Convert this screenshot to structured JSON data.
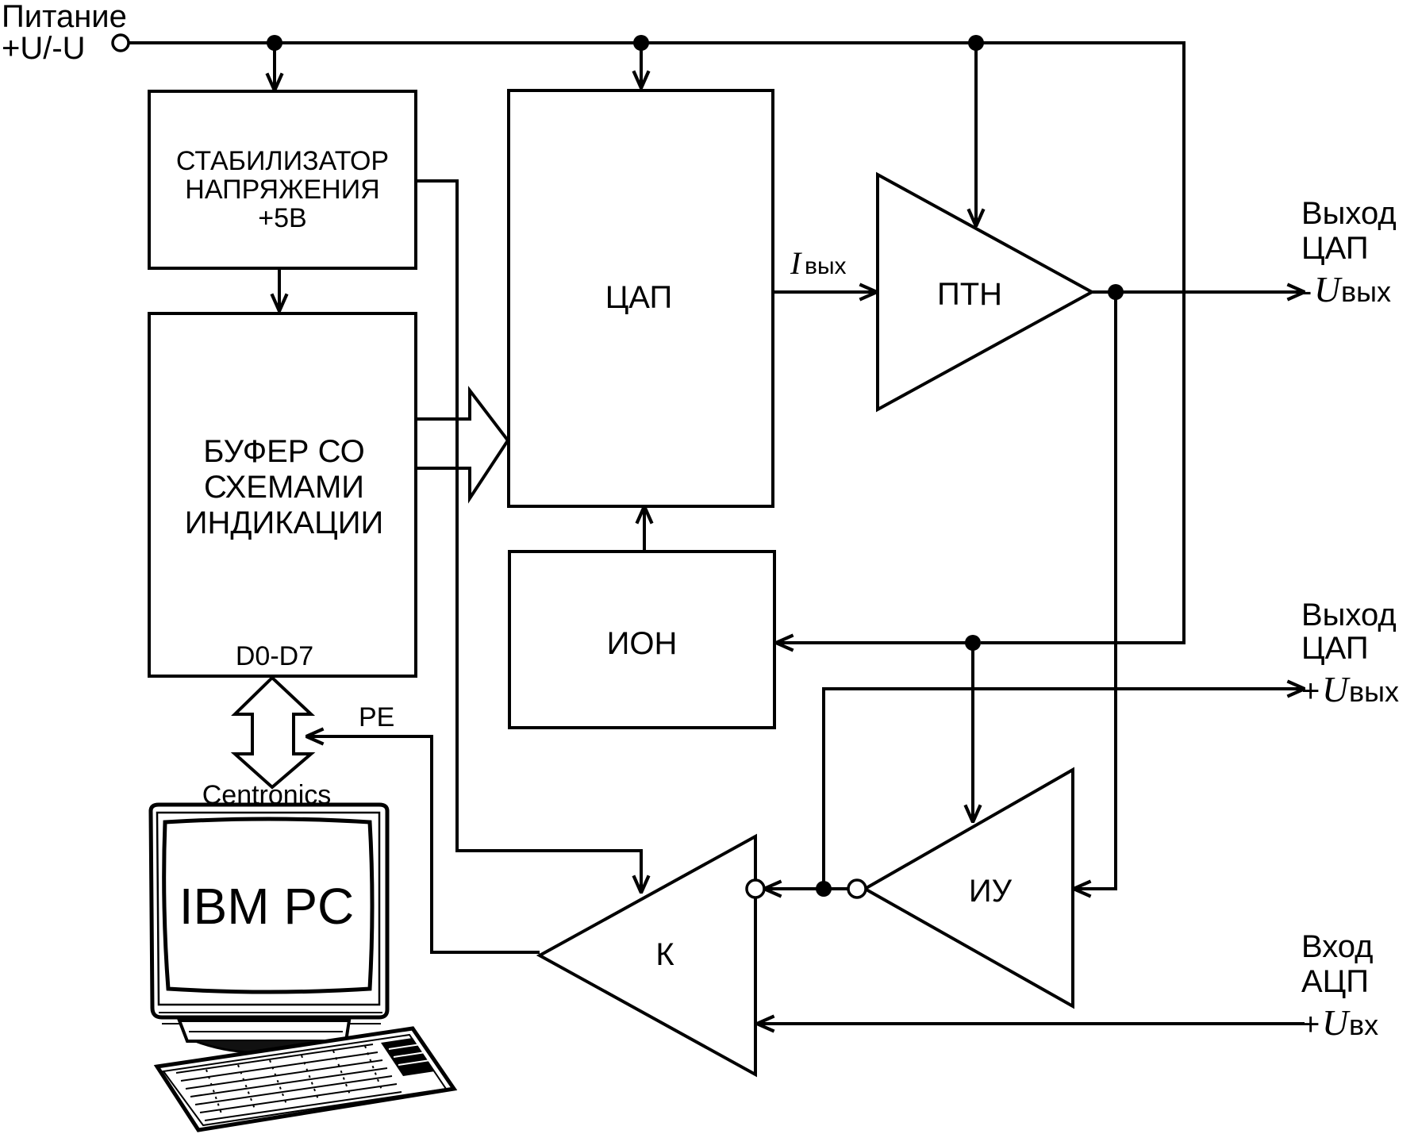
{
  "power": {
    "line1": "Питание",
    "line2": "+U/-U"
  },
  "blocks": {
    "stabilizer": {
      "line1": "СТАБИЛИЗАТОР",
      "line2": "НАПРЯЖЕНИЯ",
      "line3": "+5В"
    },
    "buffer": {
      "line1": "БУФЕР СО",
      "line2": "СХЕМАМИ",
      "line3": "ИНДИКАЦИИ",
      "pins": "D0-D7"
    },
    "dac": {
      "label": "ЦАП"
    },
    "ref": {
      "label": "ИОН"
    },
    "ptn": {
      "label": "ПТН"
    },
    "iu": {
      "label": "ИУ"
    },
    "comparator": {
      "label": "К"
    }
  },
  "signals": {
    "iout_symbol": "I",
    "iout_sub": "вых",
    "pe": "PE",
    "interface": "Centronics"
  },
  "outputs": {
    "dac_neg": {
      "line1": "Выход",
      "line2": "ЦАП",
      "sign": "-",
      "symbol": "U",
      "sub": "вых"
    },
    "dac_pos": {
      "line1": "Выход",
      "line2": "ЦАП",
      "sign": "+",
      "symbol": "U",
      "sub": "вых"
    },
    "adc_in": {
      "line1": "Вход",
      "line2": "АЦП",
      "sign": "+",
      "symbol": "U",
      "sub": "вх"
    }
  },
  "computer": {
    "label": "IBM PC"
  }
}
